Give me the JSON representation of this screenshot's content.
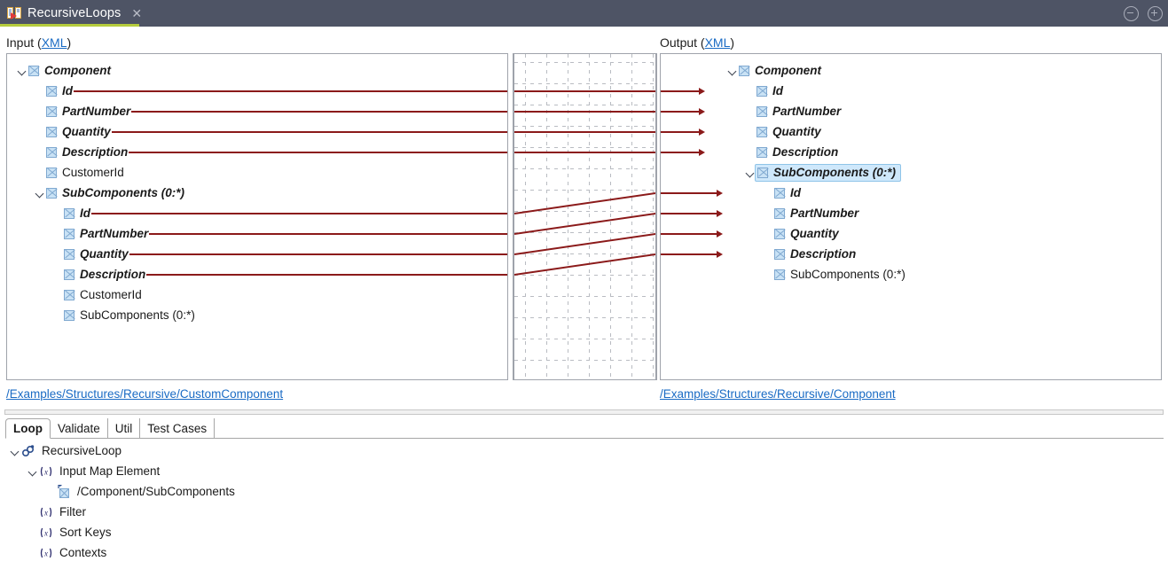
{
  "window": {
    "tab_title": "RecursiveLoops",
    "tab_icon": "map-transform-icon",
    "close_label": "✕",
    "minimize_icon": "minimize-circle-icon",
    "maximize_icon": "maximize-circle-icon",
    "accent_color": "#b5cc3c",
    "titlebar_color": "#4e5465"
  },
  "input_panel": {
    "label": "Input (",
    "type_link": "XML",
    "label_end": ")",
    "path": "/Examples/Structures/Recursive/CustomComponent",
    "rows": [
      {
        "label": "Component",
        "indent": 0,
        "twisty": "open",
        "mapped": true,
        "line": false
      },
      {
        "label": "Id",
        "indent": 1,
        "twisty": "",
        "mapped": true,
        "line": true
      },
      {
        "label": "PartNumber",
        "indent": 1,
        "twisty": "",
        "mapped": true,
        "line": true
      },
      {
        "label": "Quantity",
        "indent": 1,
        "twisty": "",
        "mapped": true,
        "line": true
      },
      {
        "label": "Description",
        "indent": 1,
        "twisty": "",
        "mapped": true,
        "line": true
      },
      {
        "label": "CustomerId",
        "indent": 1,
        "twisty": "",
        "mapped": false,
        "line": false
      },
      {
        "label": "SubComponents (0:*)",
        "indent": 1,
        "twisty": "open",
        "mapped": true,
        "line": false
      },
      {
        "label": "Id",
        "indent": 2,
        "twisty": "",
        "mapped": true,
        "line": true
      },
      {
        "label": "PartNumber",
        "indent": 2,
        "twisty": "",
        "mapped": true,
        "line": true
      },
      {
        "label": "Quantity",
        "indent": 2,
        "twisty": "",
        "mapped": true,
        "line": true
      },
      {
        "label": "Description",
        "indent": 2,
        "twisty": "",
        "mapped": true,
        "line": true
      },
      {
        "label": "CustomerId",
        "indent": 2,
        "twisty": "",
        "mapped": false,
        "line": false
      },
      {
        "label": "SubComponents (0:*)",
        "indent": 2,
        "twisty": "",
        "mapped": false,
        "line": false
      }
    ]
  },
  "output_panel": {
    "label": "Output (",
    "type_link": "XML",
    "label_end": ")",
    "path": "/Examples/Structures/Recursive/Component",
    "rows": [
      {
        "label": "Component",
        "indent": 0,
        "twisty": "open",
        "mapped": true,
        "arrow": false,
        "selected": false
      },
      {
        "label": "Id",
        "indent": 1,
        "twisty": "",
        "mapped": true,
        "arrow": true,
        "selected": false
      },
      {
        "label": "PartNumber",
        "indent": 1,
        "twisty": "",
        "mapped": true,
        "arrow": true,
        "selected": false
      },
      {
        "label": "Quantity",
        "indent": 1,
        "twisty": "",
        "mapped": true,
        "arrow": true,
        "selected": false
      },
      {
        "label": "Description",
        "indent": 1,
        "twisty": "",
        "mapped": true,
        "arrow": true,
        "selected": false
      },
      {
        "label": "SubComponents (0:*)",
        "indent": 1,
        "twisty": "open",
        "mapped": true,
        "arrow": false,
        "selected": true
      },
      {
        "label": "Id",
        "indent": 2,
        "twisty": "",
        "mapped": true,
        "arrow": true,
        "selected": false
      },
      {
        "label": "PartNumber",
        "indent": 2,
        "twisty": "",
        "mapped": true,
        "arrow": true,
        "selected": false
      },
      {
        "label": "Quantity",
        "indent": 2,
        "twisty": "",
        "mapped": true,
        "arrow": true,
        "selected": false
      },
      {
        "label": "Description",
        "indent": 2,
        "twisty": "",
        "mapped": true,
        "arrow": true,
        "selected": false
      },
      {
        "label": "SubComponents (0:*)",
        "indent": 2,
        "twisty": "",
        "mapped": false,
        "arrow": false,
        "selected": false
      }
    ]
  },
  "mapping": {
    "line_color": "#8b1a1a",
    "grid_color": "#b9bcc2"
  },
  "bottom": {
    "tabs": [
      {
        "label": "Loop",
        "active": true
      },
      {
        "label": "Validate",
        "active": false
      },
      {
        "label": "Util",
        "active": false
      },
      {
        "label": "Test Cases",
        "active": false
      }
    ],
    "tree": [
      {
        "label": "RecursiveLoop",
        "indent": 0,
        "twisty": "open",
        "icon": "loop-chain-icon"
      },
      {
        "label": "Input Map Element",
        "indent": 1,
        "twisty": "open",
        "icon": "function-x-icon"
      },
      {
        "label": "/Component/SubComponents",
        "indent": 2,
        "twisty": "",
        "icon": "xml-element-icon"
      },
      {
        "label": "Filter",
        "indent": 1,
        "twisty": "",
        "icon": "function-x-icon"
      },
      {
        "label": "Sort Keys",
        "indent": 1,
        "twisty": "",
        "icon": "function-x-icon"
      },
      {
        "label": "Contexts",
        "indent": 1,
        "twisty": "",
        "icon": "function-x-icon"
      }
    ]
  }
}
